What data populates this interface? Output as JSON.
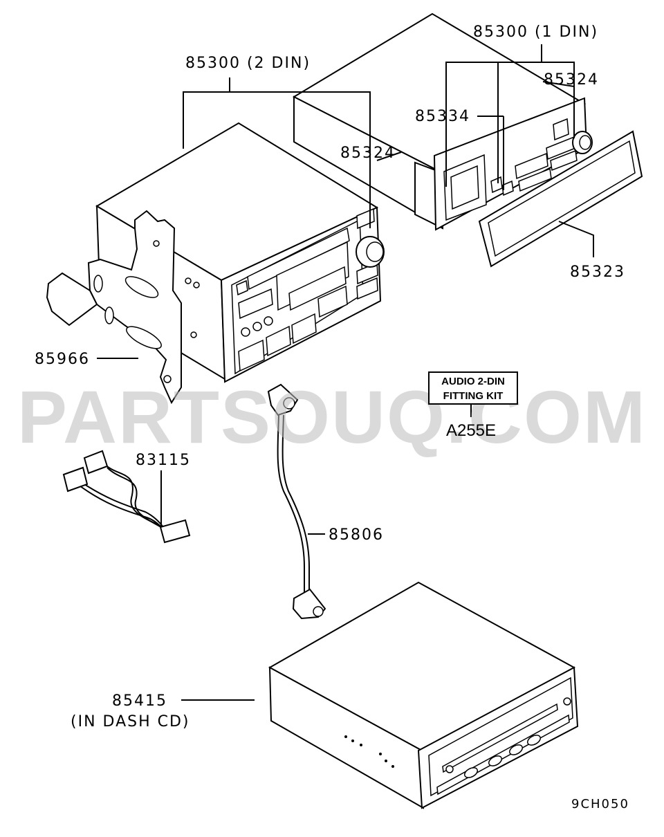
{
  "watermark": "PARTSOUQ.COM",
  "drawing_code": "9CH050",
  "kit_box": {
    "line1": "AUDIO 2-DIN",
    "line2": "FITTING KIT",
    "ref": "A255E"
  },
  "labels": {
    "unit_2din": "85300 (2 DIN)",
    "unit_1din": "85300 (1 DIN)",
    "knob_2din": "85324",
    "knob_1din": "85324",
    "faceplate_1din": "85334",
    "frame_1din": "85323",
    "bracket": "85966",
    "harness": "83115",
    "antenna_cable": "85806",
    "cd_unit": "85415",
    "cd_unit_note": "(IN DASH CD)"
  }
}
